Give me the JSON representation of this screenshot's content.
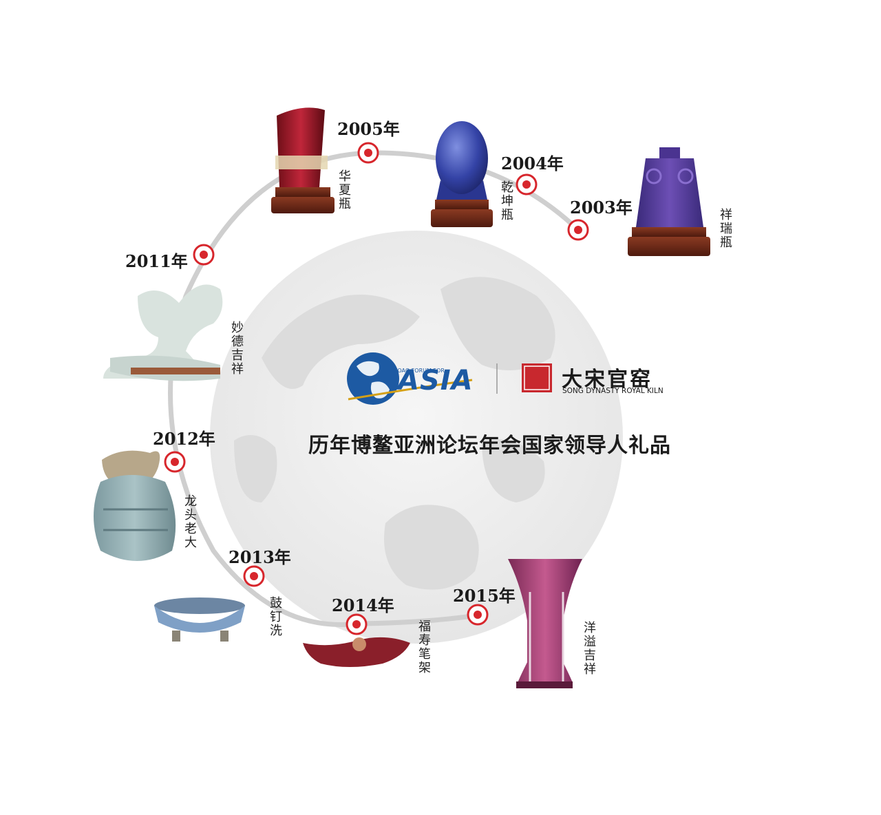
{
  "title": "历年博鳌亚洲论坛年会国家领导人礼品",
  "logos": {
    "boao_line": "BOAO FORUM FOR",
    "asia": "ASIA",
    "kiln_cn": "大宋官窑",
    "kiln_en": "SONG DYNASTY ROYAL KILN"
  },
  "colors": {
    "marker_red": "#d7262c",
    "arc_gray": "#cfcfcf",
    "globe_gray": "#e9e9e9",
    "asia_blue": "#1d5aa3",
    "seal_red": "#c8282e"
  },
  "gifts": [
    {
      "year": "2003年",
      "name": "祥瑞瓶"
    },
    {
      "year": "2004年",
      "name": "乾坤瓶"
    },
    {
      "year": "2005年",
      "name": "华夏瓶"
    },
    {
      "year": "2011年",
      "name": "妙德吉祥"
    },
    {
      "year": "2012年",
      "name": "龙头老大"
    },
    {
      "year": "2013年",
      "name": "鼓钉洗"
    },
    {
      "year": "2014年",
      "name": "福寿笔架"
    },
    {
      "year": "2015年",
      "name": "洋溢吉祥"
    }
  ]
}
